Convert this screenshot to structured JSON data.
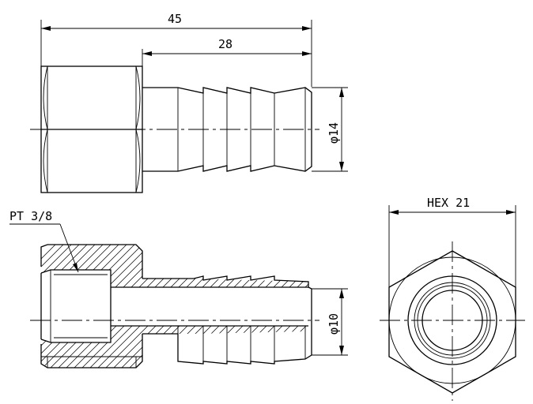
{
  "dimensions": {
    "overall_length": "45",
    "barb_length": "28",
    "outer_diameter": "φ14",
    "inner_diameter": "φ10",
    "hex_size": "HEX 21",
    "thread": "PT 3/8"
  }
}
